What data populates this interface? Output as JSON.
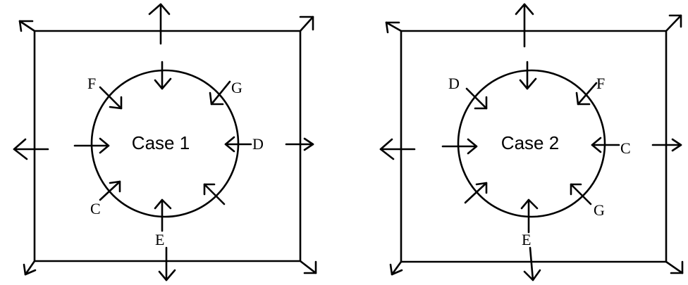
{
  "panels": [
    {
      "title": "Case 1",
      "labels": {
        "F": "F",
        "G": "G",
        "D": "D",
        "C": "C",
        "E": "E"
      }
    },
    {
      "title": "Case 2",
      "labels": {
        "D": "D",
        "F": "F",
        "C": "C",
        "G": "G",
        "E": "E"
      }
    }
  ],
  "colors": {
    "stroke": "#000000",
    "background": "#ffffff"
  }
}
